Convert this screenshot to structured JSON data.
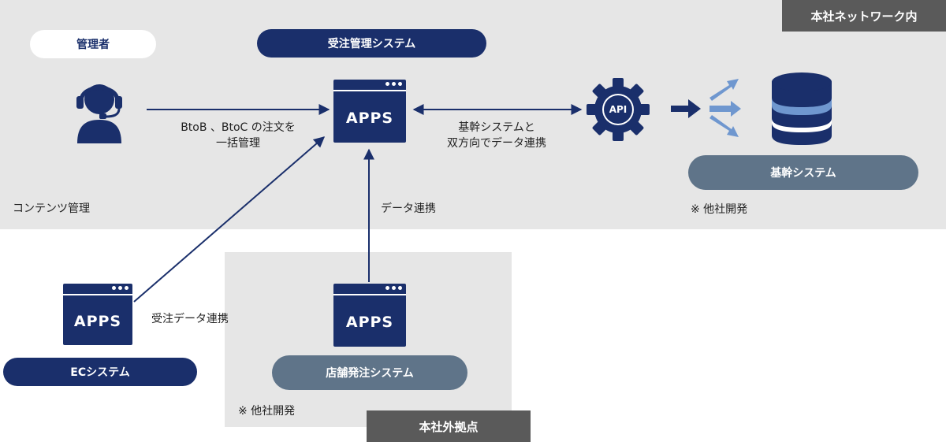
{
  "zones": {
    "hq_network": "本社ネットワーク内",
    "external_site": "本社外拠点"
  },
  "labels": {
    "admin": "管理者",
    "order_system": "受注管理システム",
    "core_system": "基幹システム",
    "ec_system": "ECシステム",
    "store_system": "店舗発注システム",
    "content_mgmt": "コンテンツ管理",
    "other_dev_1": "※ 他社開発",
    "other_dev_2": "※ 他社開発",
    "btob_line1": "BtoB 、BtoC の注文を",
    "btob_line2": "一括管理",
    "core_link_line1": "基幹システムと",
    "core_link_line2": "双方向でデータ連携",
    "data_link": "データ連携",
    "order_data_link": "受注データ連携",
    "api": "API"
  },
  "apps": {
    "main": "APPS",
    "ec": "APPS",
    "store": "APPS"
  },
  "icons": {
    "admin": "headset-user-icon",
    "api": "gear-icon",
    "distribution": "arrows-fan-icon",
    "database": "database-icon"
  },
  "colors": {
    "navy": "#1a2f6b",
    "slate": "#5f7489",
    "dark_gray": "#5a5a5a",
    "zone_gray": "#e6e6e6",
    "light_blue": "#6f97cf"
  }
}
